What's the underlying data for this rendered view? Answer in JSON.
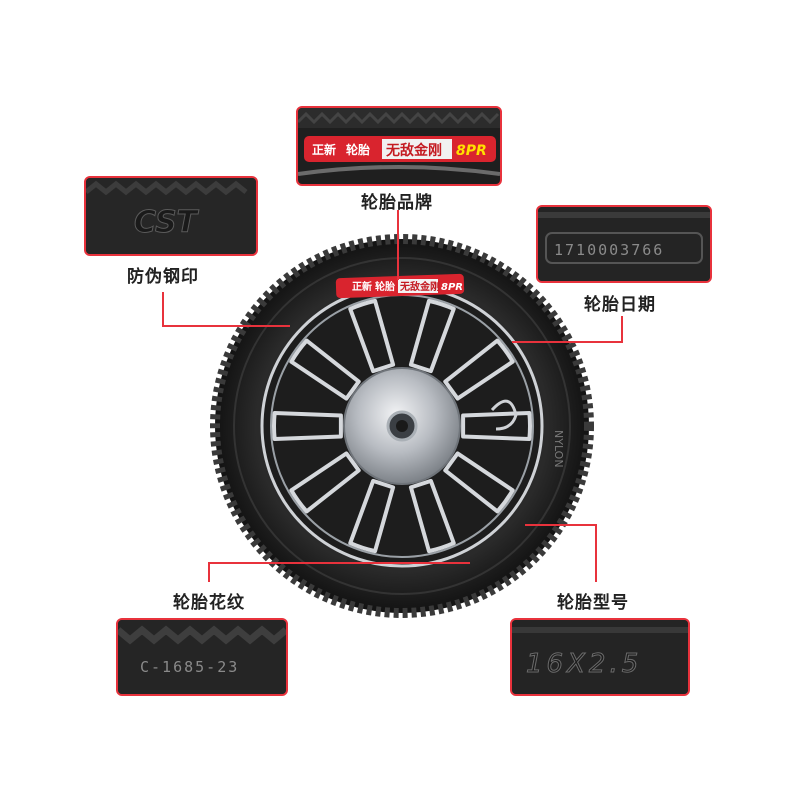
{
  "callouts": {
    "brand": {
      "label": "轮胎品牌",
      "sidewall_brand": "正新",
      "sidewall_tire": "轮胎",
      "series": "无敌金刚",
      "ply": "8PR"
    },
    "stamp": {
      "label": "防伪钢印",
      "emboss": "CST"
    },
    "date": {
      "label": "轮胎日期",
      "code": "1710003766"
    },
    "tread": {
      "label": "轮胎花纹",
      "code": "C-1685-23"
    },
    "size": {
      "label": "轮胎型号",
      "code": "16X2.5"
    }
  },
  "wheel": {
    "sidewall_brand": "正新",
    "sidewall_tire": "轮胎",
    "series": "无敌金刚",
    "ply": "8PR",
    "side_text": "NYLON"
  },
  "colors": {
    "accent": "#e8323c",
    "tire": "#1b1b1b",
    "rim": "#2b2b2b",
    "hub": "#c9ccd0",
    "badge": "#d9242e"
  }
}
